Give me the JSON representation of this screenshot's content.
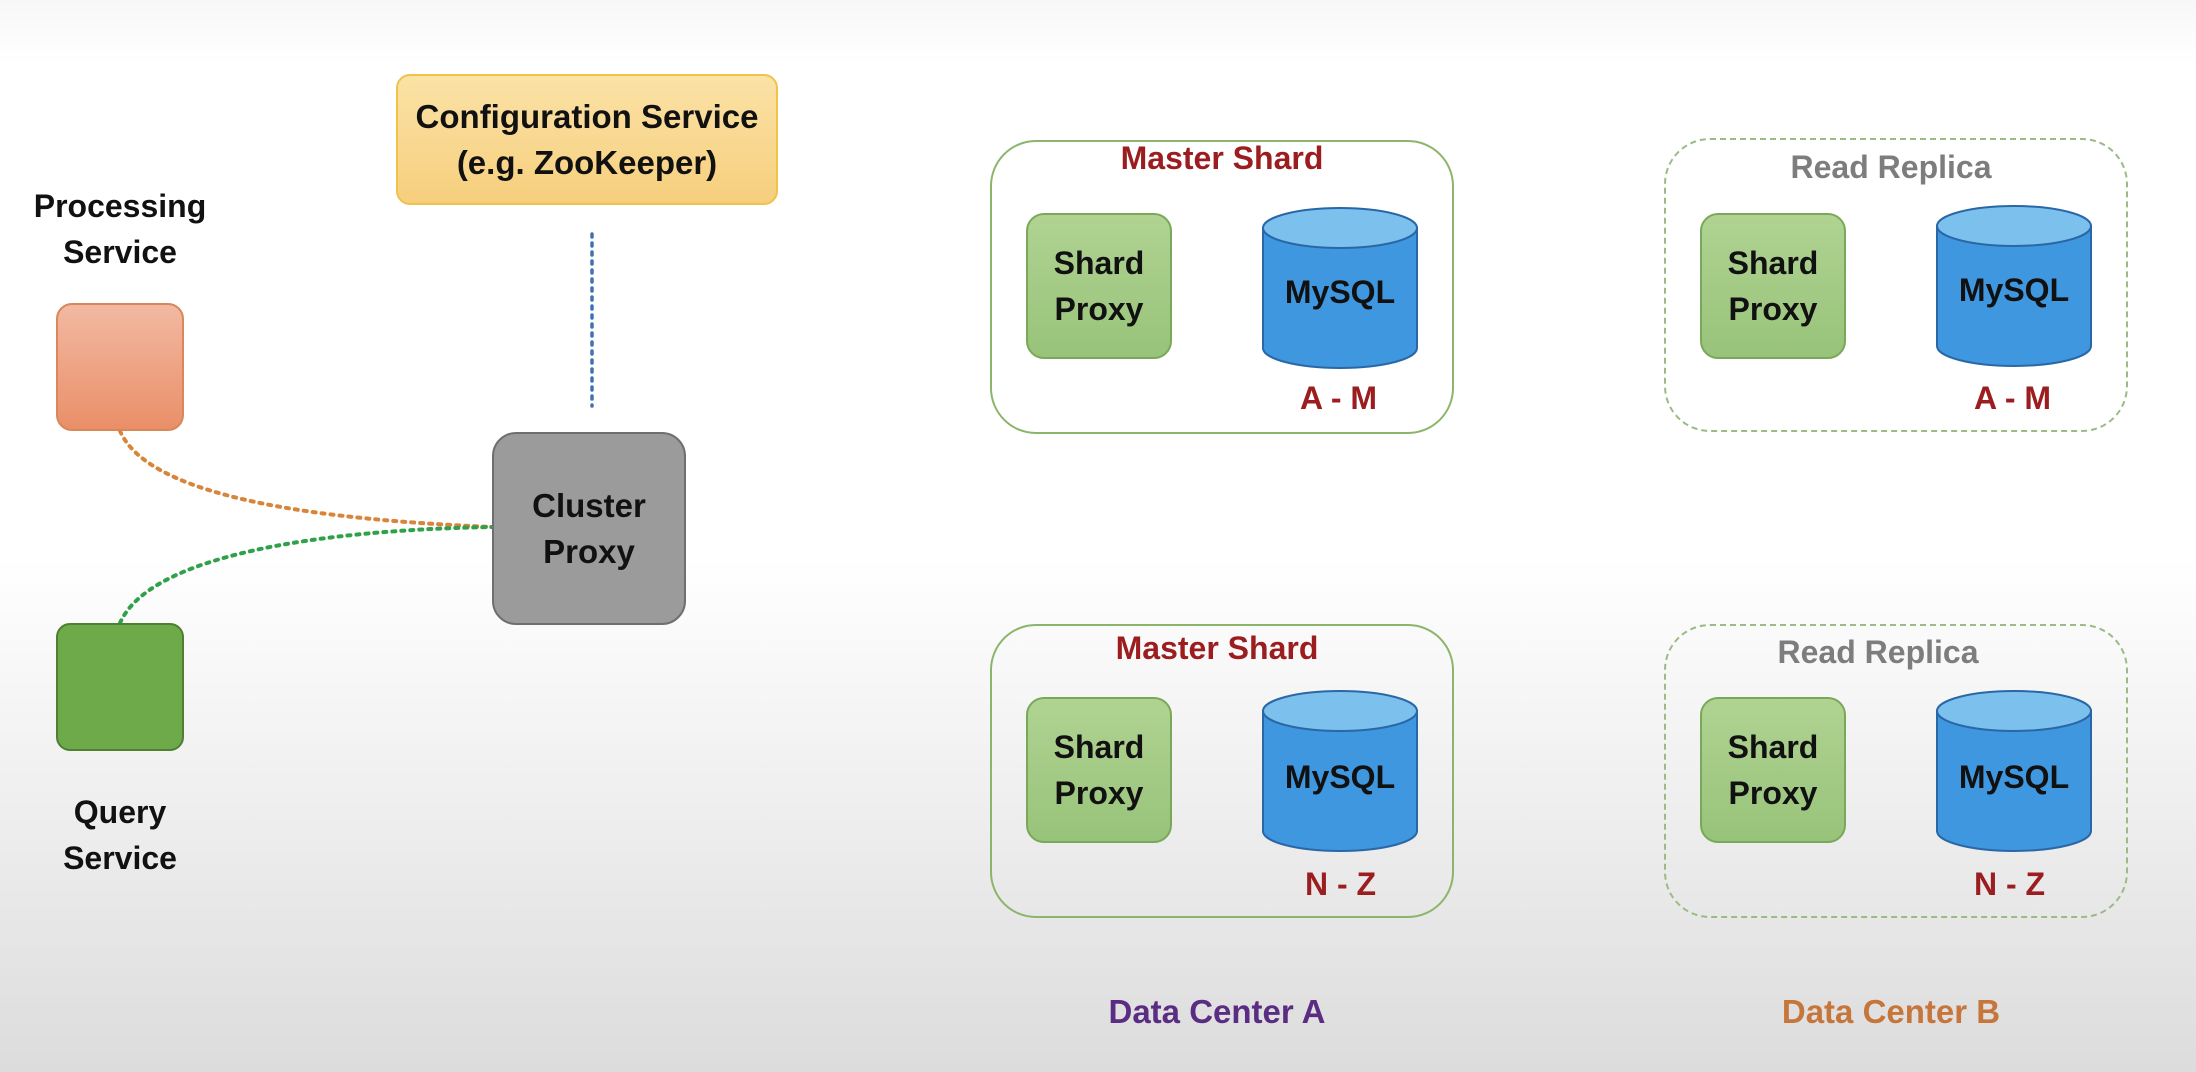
{
  "processing_service": {
    "label_line1": "Processing",
    "label_line2": "Service"
  },
  "query_service": {
    "label_line1": "Query",
    "label_line2": "Service"
  },
  "config_service": {
    "line1": "Configuration Service",
    "line2": "(e.g. ZooKeeper)"
  },
  "cluster_proxy": {
    "line1": "Cluster",
    "line2": "Proxy"
  },
  "shards": [
    {
      "title": "Master Shard",
      "proxy_line1": "Shard",
      "proxy_line2": "Proxy",
      "db": "MySQL",
      "range": "A - M"
    },
    {
      "title": "Read Replica",
      "proxy_line1": "Shard",
      "proxy_line2": "Proxy",
      "db": "MySQL",
      "range": "A - M"
    },
    {
      "title": "Master Shard",
      "proxy_line1": "Shard",
      "proxy_line2": "Proxy",
      "db": "MySQL",
      "range": "N - Z"
    },
    {
      "title": "Read Replica",
      "proxy_line1": "Shard",
      "proxy_line2": "Proxy",
      "db": "MySQL",
      "range": "N - Z"
    }
  ],
  "data_centers": {
    "a": "Data Center A",
    "b": "Data Center B"
  },
  "colors": {
    "processing": "#e98f68",
    "query": "#6ea94a",
    "config": "#f6cf7d",
    "cluster": "#9b9b9b",
    "shard_proxy": "#98c37a",
    "mysql": "#3f97e0",
    "master_title": "#9b1d1f",
    "replica_title": "#7d7d7d",
    "dc_a": "#5a2d82",
    "dc_b": "#c6753b"
  }
}
